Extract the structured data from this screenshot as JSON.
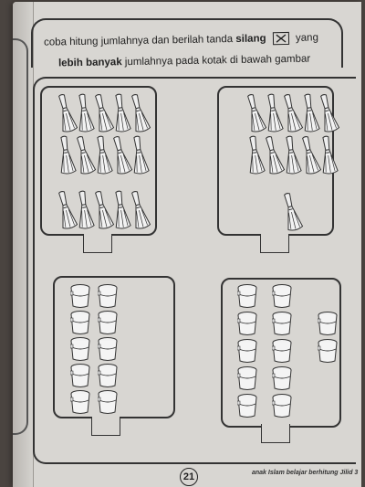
{
  "instruction": {
    "line1_start": "coba hitung jumlahnya dan berilah tanda",
    "line1_bold": "silang",
    "line1_end": "yang",
    "line2_bold": "lebih banyak",
    "line2_end": "jumlahnya pada kotak di bawah gambar"
  },
  "groups": [
    {
      "id": "broom-left",
      "icon": "broom-icon",
      "count": 15
    },
    {
      "id": "broom-right",
      "icon": "broom-icon",
      "count": 11
    },
    {
      "id": "bucket-left",
      "icon": "bucket-icon",
      "count": 10
    },
    {
      "id": "bucket-right",
      "icon": "bucket-icon",
      "count": 12
    }
  ],
  "footer": {
    "page_number": "21",
    "book_title": "anak Islam belajar berhitung Jilid 3"
  }
}
